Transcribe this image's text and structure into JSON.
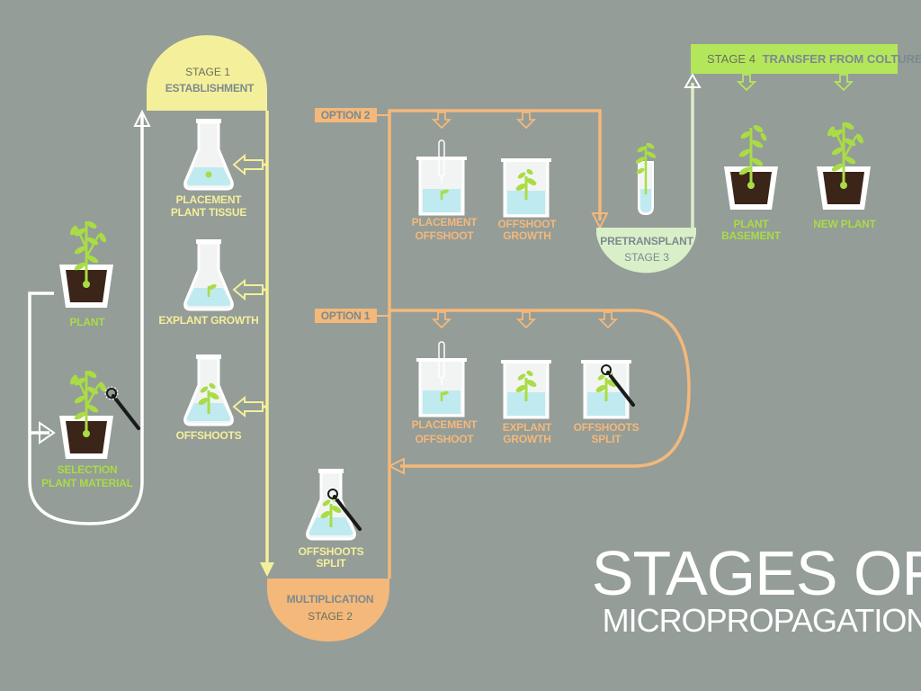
{
  "title": {
    "line1": "STAGES OF",
    "line2": "MICROPROPAGATION"
  },
  "stage1": {
    "label": "STAGE 1",
    "name": "ESTABLISHMENT"
  },
  "stage2": {
    "label": "STAGE 2",
    "name": "MULTIPLICATION"
  },
  "stage3": {
    "label": "STAGE 3",
    "name": "PRETRANSPLANT"
  },
  "stage4": {
    "label": "STAGE 4",
    "name": "TRANSFER FROM COLTURE"
  },
  "option1": "OPTION 1",
  "option2": "OPTION 2",
  "left": {
    "plant": "PLANT",
    "selection_line1": "SELECTION",
    "selection_line2": "PLANT MATERIAL"
  },
  "establishment": {
    "placement_line1": "PLACEMENT",
    "placement_line2": "PLANT TISSUE",
    "explant_growth": "EXPLANT GROWTH",
    "offshoots": "OFFSHOOTS"
  },
  "multiplication": {
    "split_line1": "OFFSHOOTS",
    "split_line2": "SPLIT"
  },
  "option2_steps": {
    "placement_line1": "PLACEMENT",
    "placement_line2": "OFFSHOOT",
    "growth_line1": "OFFSHOOT",
    "growth_line2": "GROWTH"
  },
  "option1_steps": {
    "placement_line1": "PLACEMENT",
    "placement_line2": "OFFSHOOT",
    "explant_line1": "EXPLANT",
    "explant_line2": "GROWTH",
    "split_line1": "OFFSHOOTS",
    "split_line2": "SPLIT"
  },
  "stage4_steps": {
    "basement_line1": "PLANT",
    "basement_line2": "BASEMENT",
    "new_plant": "NEW PLANT"
  },
  "colors": {
    "background": "#949d98",
    "stage1": "#f4ef9a",
    "stage2": "#f4b87a",
    "stage3": "#d9efc8",
    "stage4": "#b4e65c",
    "plant": "#a9dc45",
    "liquid": "#bfeaf0",
    "soil": "#3b2418"
  }
}
